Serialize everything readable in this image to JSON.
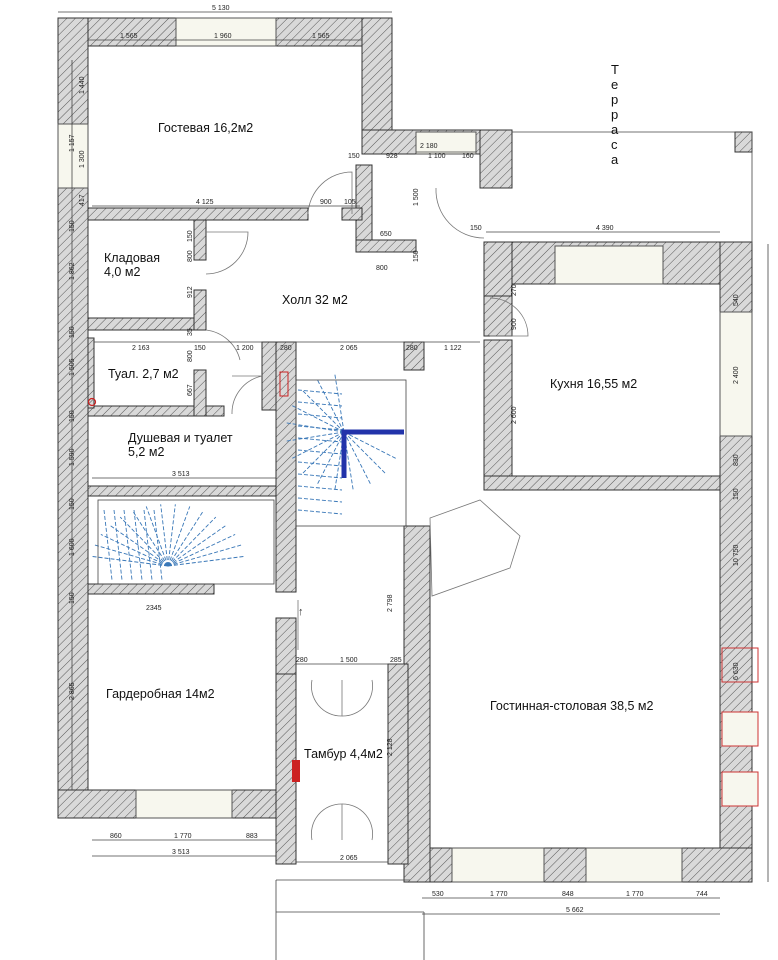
{
  "rooms": {
    "guest": "Гостевая 16,2м2",
    "storage_1": "Кладовая",
    "storage_2": "4,0 м2",
    "hall": "Холл 32 м2",
    "toilet": "Туал. 2,7 м2",
    "shower_1": "Душевая и туалет",
    "shower_2": "5,2 м2",
    "kitchen": "Кухня 16,55 м2",
    "living": "Гостинная-столовая 38,5 м2",
    "wardrobe": "Гардеробная 14м2",
    "vestibule": "Тамбур 4,4м2",
    "terrace": [
      "Т",
      "е",
      "р",
      "р",
      "а",
      "с",
      "а"
    ]
  },
  "dims": {
    "top_total": "5 130",
    "top_left": "1 565",
    "top_win": "1 960",
    "top_right": "1 565",
    "left_1440": "1 440",
    "left_1157": "1 157",
    "left_1300": "1 300",
    "left_417": "417",
    "guest_w": "4 125",
    "d900a": "900",
    "d105": "105",
    "d150a": "150",
    "d928": "928",
    "d2180": "2 180",
    "d1100": "1 100",
    "d160": "160",
    "d1500": "1 500",
    "d650": "650",
    "d800a": "800",
    "d150b": "150",
    "d150c": "150",
    "d4390": "4 390",
    "d150d": "150",
    "d800b": "800",
    "d912": "912",
    "d150e": "150",
    "d270": "270",
    "d900b": "900",
    "d540": "540",
    "d2400": "2 400",
    "d2163": "2 163",
    "d150f": "150",
    "d1200": "1 200",
    "d280a": "280",
    "d2065a": "2 065",
    "d280b": "280",
    "d1122": "1 122",
    "d35": "35",
    "d800c": "800",
    "d667": "667",
    "d2600": "2 600",
    "d830": "830",
    "d3513a": "3 513",
    "d150g": "150",
    "d10750": "10 750",
    "d2345": "2345",
    "d2798": "2 798",
    "d280c": "280",
    "d1500b": "1 500",
    "d285": "285",
    "d6630": "6 630",
    "d2128": "2 128",
    "d860": "860",
    "d1770a": "1 770",
    "d883": "883",
    "d3513b": "3 513",
    "d2065b": "2 065",
    "d530": "530",
    "d1770b": "1 770",
    "d848": "848",
    "d1770c": "1 770",
    "d744": "744",
    "d5662": "5 662",
    "l150a": "150",
    "l1862": "1 862",
    "l150b": "150",
    "l1505": "1 505",
    "l150c": "150",
    "l1590": "1 590",
    "l150d": "150",
    "l1600": "1 600",
    "l150e": "150",
    "l2865": "2 865"
  },
  "colors": {
    "wall_hatch": "#555555",
    "stair_blue": "#3a78b8",
    "stair_wall": "#2233aa",
    "marker_red": "#cc2222"
  }
}
